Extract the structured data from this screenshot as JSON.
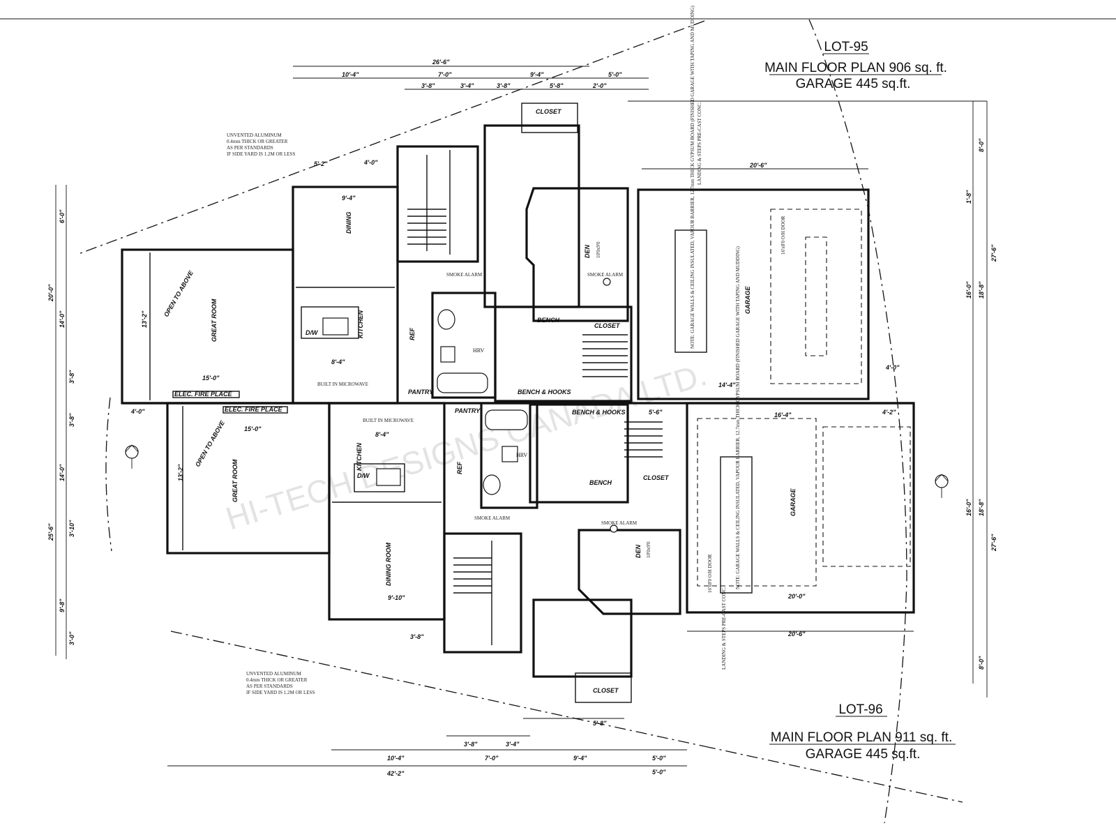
{
  "titles": {
    "lot95": {
      "lot": "LOT-95",
      "plan": "MAIN FLOOR PLAN 906 sq. ft.",
      "garage": "GARAGE 445 sq.ft."
    },
    "lot96": {
      "lot": "LOT-96",
      "plan": "MAIN FLOOR PLAN 911 sq. ft.",
      "garage": "GARAGE 445 sq.ft."
    }
  },
  "watermark": "HI-TECH DESIGNS CANADA LTD.",
  "rooms": {
    "great_room": "GREAT ROOM",
    "open_to_above": "OPEN TO ABOVE",
    "dining": "DINING",
    "dining_room": "DINING ROOM",
    "kitchen": "KITCHEN",
    "den": "DEN",
    "den_size": "10'0x9'0",
    "garage": "GARAGE",
    "pantry": "PANTRY",
    "closet": "CLOSET",
    "bench": "BENCH",
    "bench_hooks": "BENCH & HOOKS",
    "elec_fire_place": "ELEC. FIRE PLACE",
    "built_in_microwave": "BUILT IN MICROWAVE",
    "smoke_alarm": "SMOKE ALARM",
    "landing_steps": "LANDING & STEPS PRE-CAST CONC.",
    "overhead_door": "16'x8'0 O/H DOOR",
    "dw": "D/W",
    "ref": "REF",
    "hrv": "HRV"
  },
  "dims_lot95": {
    "overall": "26'-6\"",
    "d1": "10'-4\"",
    "d2": "7'-0\"",
    "d3": "9'-4\"",
    "d4": "5'-0\"",
    "d5": "3'-8\"",
    "d6": "3'-4\"",
    "d7": "3'-8\"",
    "d8": "5'-8\"",
    "d9": "2'-0\"",
    "garage_w": "20'-6\"",
    "garage_in": "14'-4\"",
    "great_w": "15'-0\"",
    "great_h": "13'-2\"",
    "dining_w": "9'-4\"",
    "kitchen_w": "8'-4\"",
    "side_1": "6'-0\"",
    "side_2": "20'-0\"",
    "side_3": "14'-0\"",
    "side_4": "3'-8\"",
    "right_1": "8'-0\"",
    "right_2": "27'-6\"",
    "right_3": "16'-0\"",
    "right_4": "18'-8\"",
    "right_5": "1'-8\"",
    "gap": "4'-0\"",
    "w5_2": "5'-2\"",
    "w4_0": "4'-0\""
  },
  "dims_lot96": {
    "overall": "42'-2\"",
    "d1": "10'-4\"",
    "d2": "7'-0\"",
    "d3": "9'-4\"",
    "d4": "5'-0\"",
    "d5": "3'-8\"",
    "d6": "3'-4\"",
    "d7": "5'-8\"",
    "d8": "5'-0\"",
    "garage_w": "20'-6\"",
    "garage_in": "20'-0\"",
    "garage_top": "16'-4\"",
    "great_w": "15'-0\"",
    "great_h": "13'-2\"",
    "dining_w": "9'-10\"",
    "kitchen_w": "8'-4\"",
    "side_1": "3'-8\"",
    "side_2": "14'-0\"",
    "side_3": "25'-6\"",
    "side_4": "3'-10\"",
    "side_5": "9'-8\"",
    "side_6": "3'-0\"",
    "right_1": "27'-6\"",
    "right_2": "16'-0\"",
    "right_3": "18'-8\"",
    "right_4": "8'-0\"",
    "gap": "4'-0\"",
    "w5_6": "5'-6\"",
    "w4_2": "4'-2\"",
    "w3_8": "3'-8\""
  },
  "notes": {
    "unvented_1": "UNVENTED ALUMINUM",
    "unvented_2": "0.4mm THICK OR GREATER",
    "unvented_3": "AS PER STANDARDS",
    "unvented_4": "IF SIDE YARD IS 1.2M OR LESS",
    "garage_note": "NOTE: GARAGE WALLS & CEILING INSULATED, VAPOUR BARRIER, 12.7mm THICK GYPSUM BOARD (FINISHED GARAGE WITH TAPING AND MUDDING)"
  }
}
